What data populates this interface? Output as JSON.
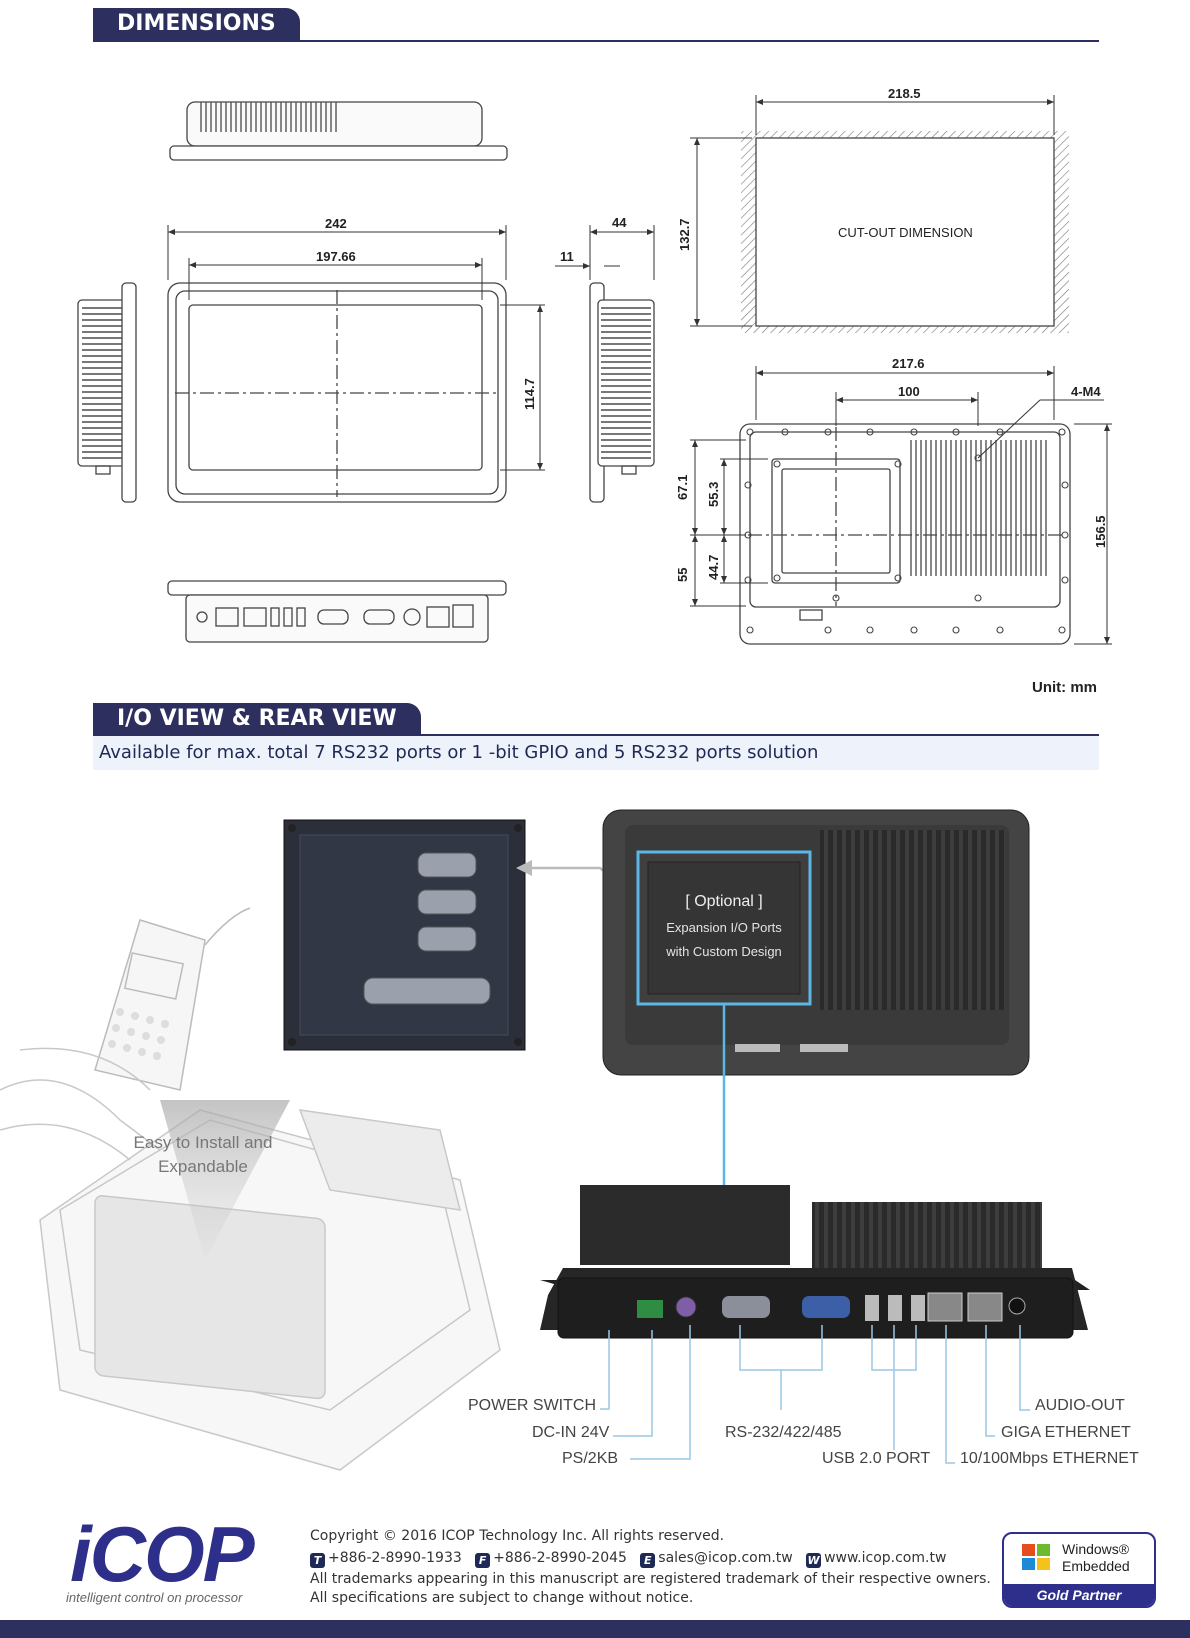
{
  "sections": {
    "dimensions_title": "DIMENSIONS",
    "io_title": "I/O VIEW & REAR VIEW",
    "io_subtitle": "Available for max. total 7 RS232 ports or 1  -bit GPIO and 5 RS232 ports solution"
  },
  "dimensions": {
    "width_total": "242",
    "width_screen": "197.66",
    "height_screen": "114.7",
    "depth_total": "44",
    "depth_front": "11",
    "cutout_width": "218.5",
    "cutout_height": "132.7",
    "cutout_label": "CUT-OUT DIMENSION",
    "rear_width": "217.6",
    "rear_mount_spacing": "100",
    "mount_screws": "4-M4",
    "rear_height": "156.5",
    "rear_upper": "67.1",
    "rear_upper_inner": "55.3",
    "rear_lower": "55",
    "rear_lower_inner": "44.7",
    "unit": "Unit: mm"
  },
  "io_view": {
    "optional_title": "[ Optional ]",
    "optional_line1": "Expansion I/O Ports",
    "optional_line2": "with Custom Design",
    "install_line1": "Easy to Install and",
    "install_line2": "Expandable",
    "callouts": {
      "power_switch": "POWER SWITCH",
      "dc_in": "DC-IN 24V",
      "ps2": "PS/2KB",
      "rs232": "RS-232/422/485",
      "usb": "USB 2.0 PORT",
      "audio": "AUDIO-OUT",
      "giga": "GIGA ETHERNET",
      "eth100": "10/100Mbps ETHERNET"
    }
  },
  "footer": {
    "logo": "iCOP",
    "tagline": "intelligent control on processor",
    "copyright": "Copyright © 2016   ICOP Technology Inc.  All rights reserved.",
    "phone": "+886-2-8990-1933",
    "fax": "+886-2-8990-2045",
    "email": "sales@icop.com.tw",
    "web": "www.icop.com.tw",
    "trademark": "All trademarks appearing in  this manuscript are registered trademark of their respective owners.",
    "spec_notice": "All specifications are subject to change without notice.",
    "badge_line1": "Windows®",
    "badge_line2": "Embedded",
    "badge_line3": "Gold Partner"
  },
  "colors": {
    "brand_navy": "#2d2f5e",
    "highlight_blue": "#5bb7e6"
  }
}
